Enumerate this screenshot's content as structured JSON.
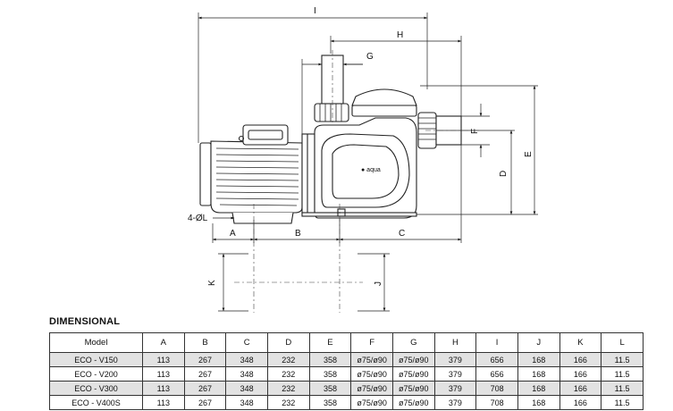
{
  "drawing": {
    "dimension_labels": {
      "I": "I",
      "H": "H",
      "G": "G",
      "F": "F",
      "E": "E",
      "D": "D",
      "A": "A",
      "B": "B",
      "C": "C",
      "L": "4-ØL",
      "K": "K",
      "J": "J"
    },
    "brand_mark": "● aqua"
  },
  "section_title": "DIMENSIONAL",
  "table": {
    "headers": [
      "Model",
      "A",
      "B",
      "C",
      "D",
      "E",
      "F",
      "G",
      "H",
      "I",
      "J",
      "K",
      "L"
    ],
    "rows": [
      [
        "ECO - V150",
        "113",
        "267",
        "348",
        "232",
        "358",
        "ø75/ø90",
        "ø75/ø90",
        "379",
        "656",
        "168",
        "166",
        "11.5"
      ],
      [
        "ECO - V200",
        "113",
        "267",
        "348",
        "232",
        "358",
        "ø75/ø90",
        "ø75/ø90",
        "379",
        "656",
        "168",
        "166",
        "11.5"
      ],
      [
        "ECO - V300",
        "113",
        "267",
        "348",
        "232",
        "358",
        "ø75/ø90",
        "ø75/ø90",
        "379",
        "708",
        "168",
        "166",
        "11.5"
      ],
      [
        "ECO - V400S",
        "113",
        "267",
        "348",
        "232",
        "358",
        "ø75/ø90",
        "ø75/ø90",
        "379",
        "708",
        "168",
        "166",
        "11.5"
      ]
    ]
  }
}
